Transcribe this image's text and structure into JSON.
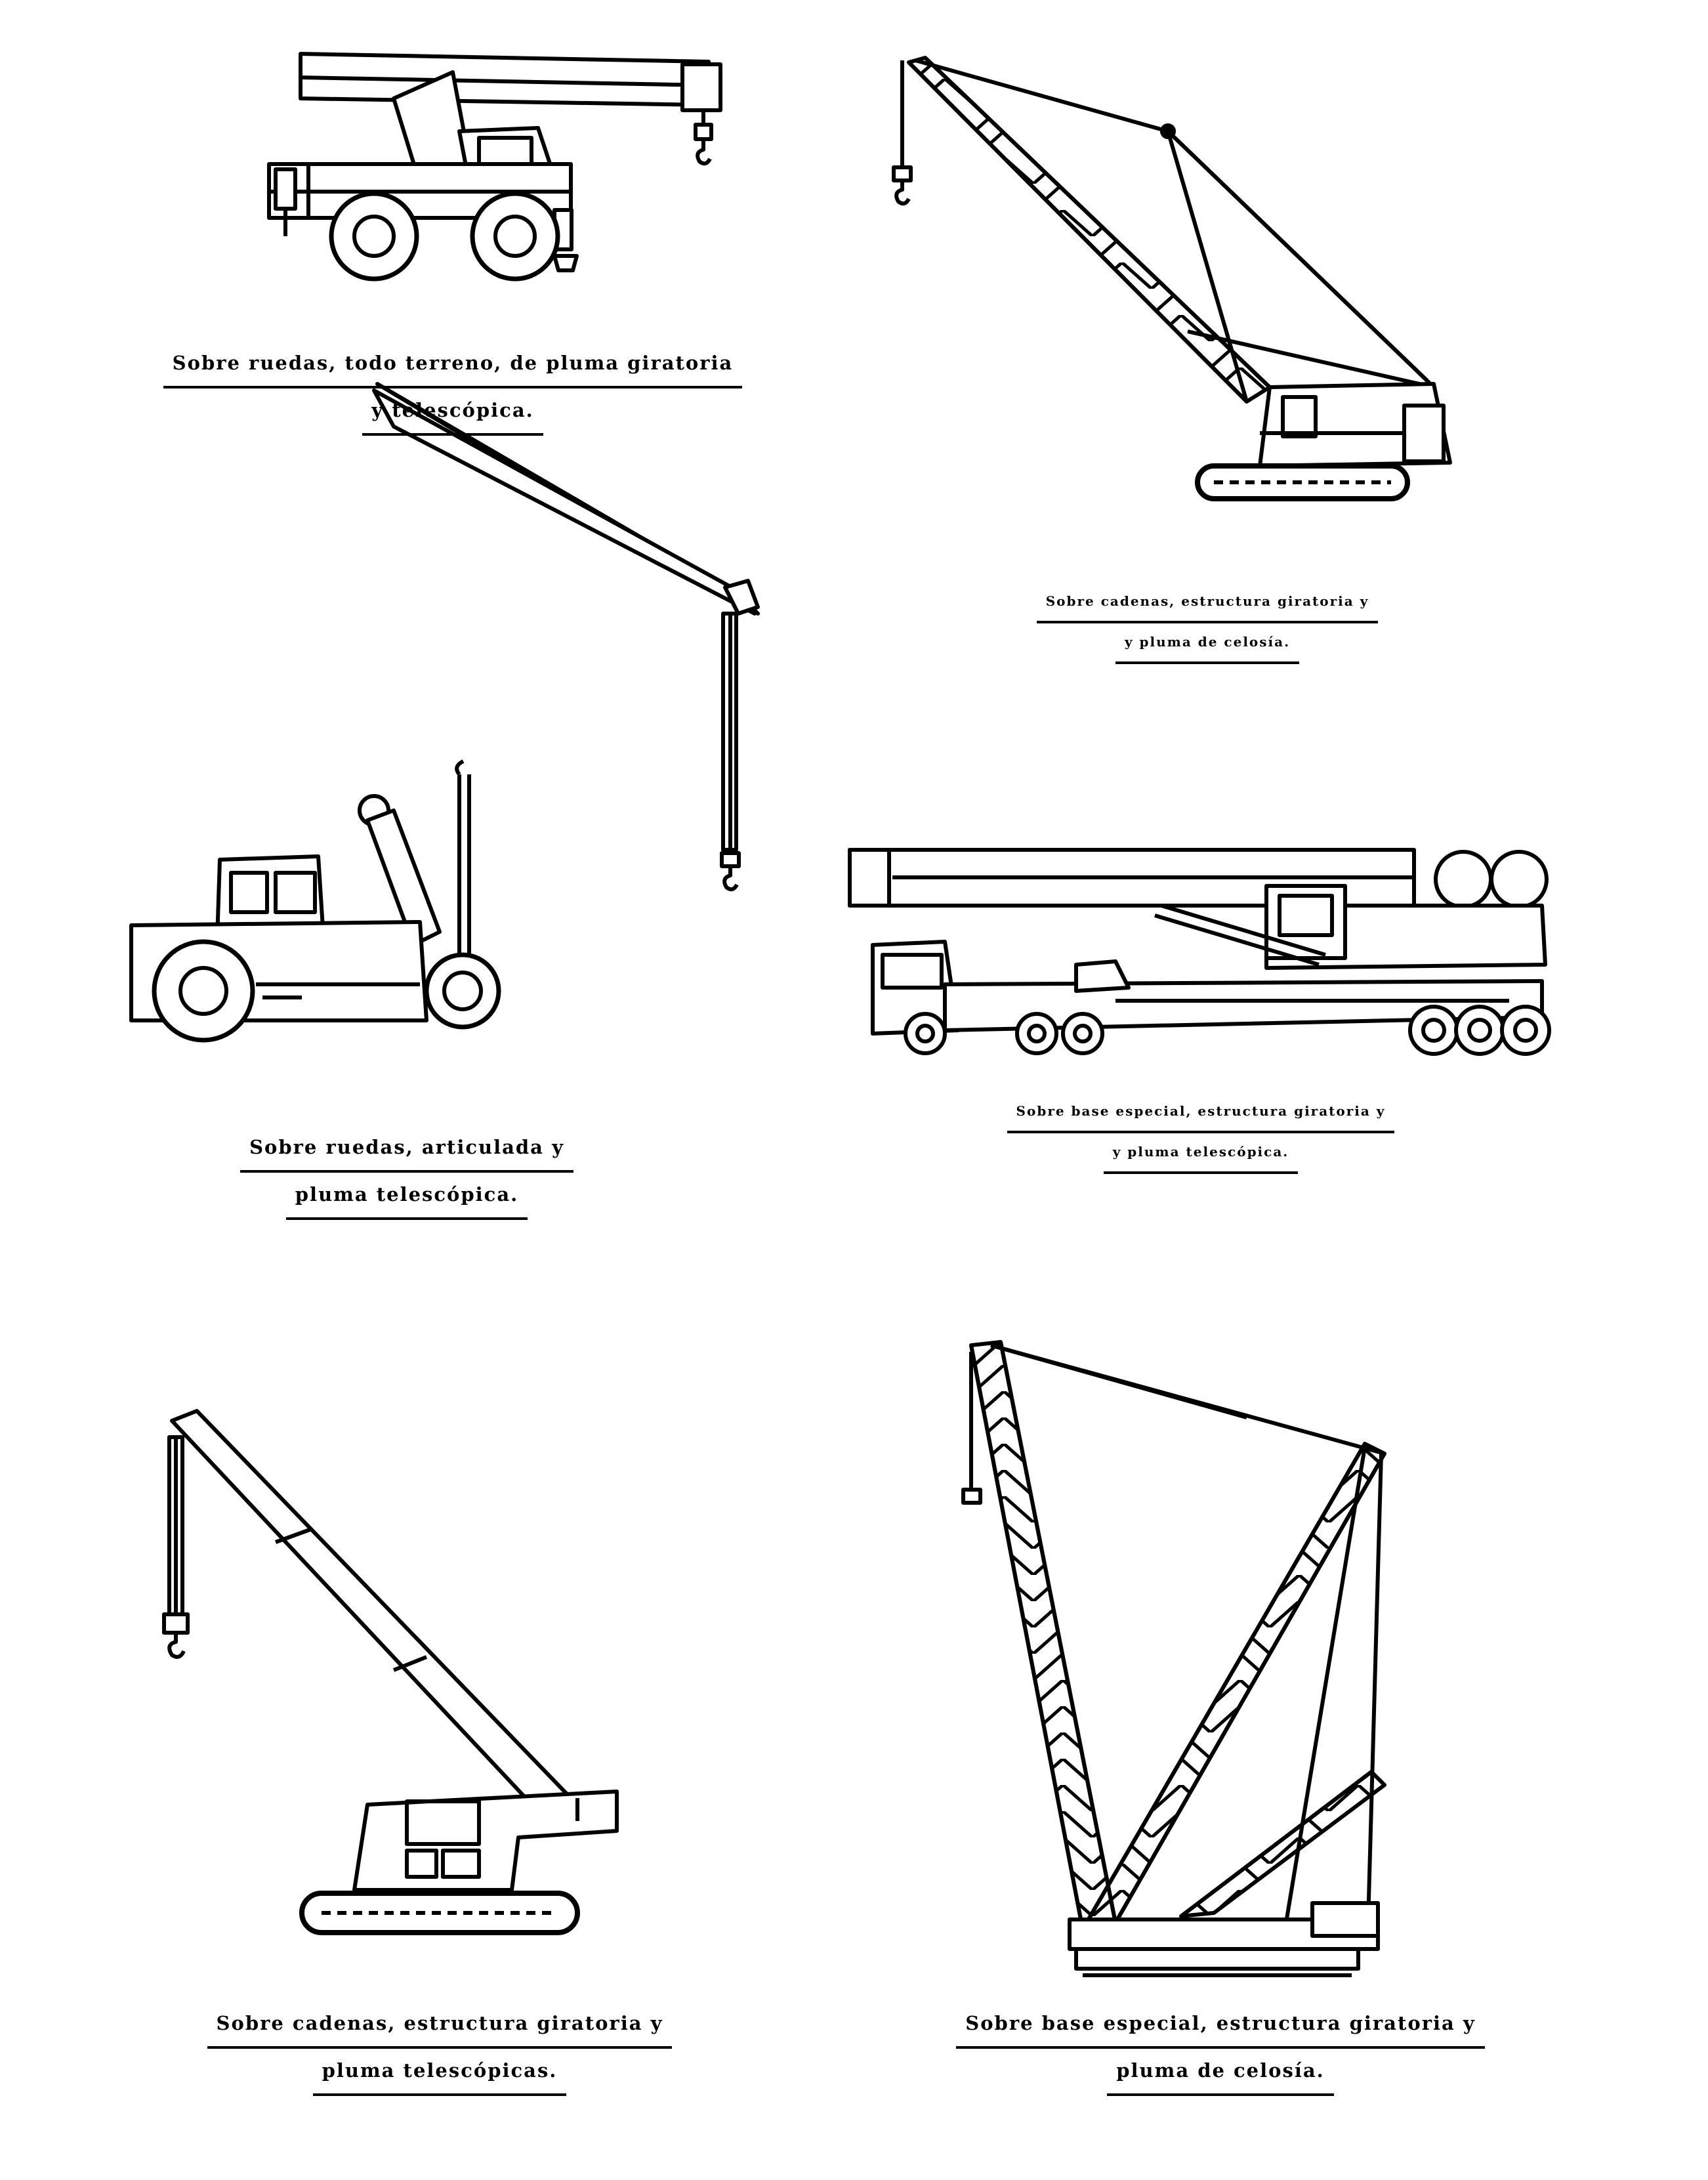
{
  "captions": {
    "rough_terrain": {
      "line1": "Sobre ruedas, todo terreno, de pluma giratoria",
      "line2": "y telescópica."
    },
    "crawler_lattice": {
      "line1": "Sobre cadenas, estructura giratoria y",
      "line2": "y pluma de celosía."
    },
    "articulated": {
      "line1": "Sobre ruedas, articulada y",
      "line2": "pluma telescópica."
    },
    "special_telescopic": {
      "line1": "Sobre base especial, estructura giratoria y",
      "line2": "y pluma telescópica."
    },
    "crawler_telescopic": {
      "line1": "Sobre cadenas, estructura giratoria y",
      "line2": "pluma telescópicas."
    },
    "special_lattice": {
      "line1": "Sobre base especial, estructura giratoria y",
      "line2": "pluma de celosía."
    }
  },
  "line_color": "#000000",
  "background_color": "#ffffff"
}
